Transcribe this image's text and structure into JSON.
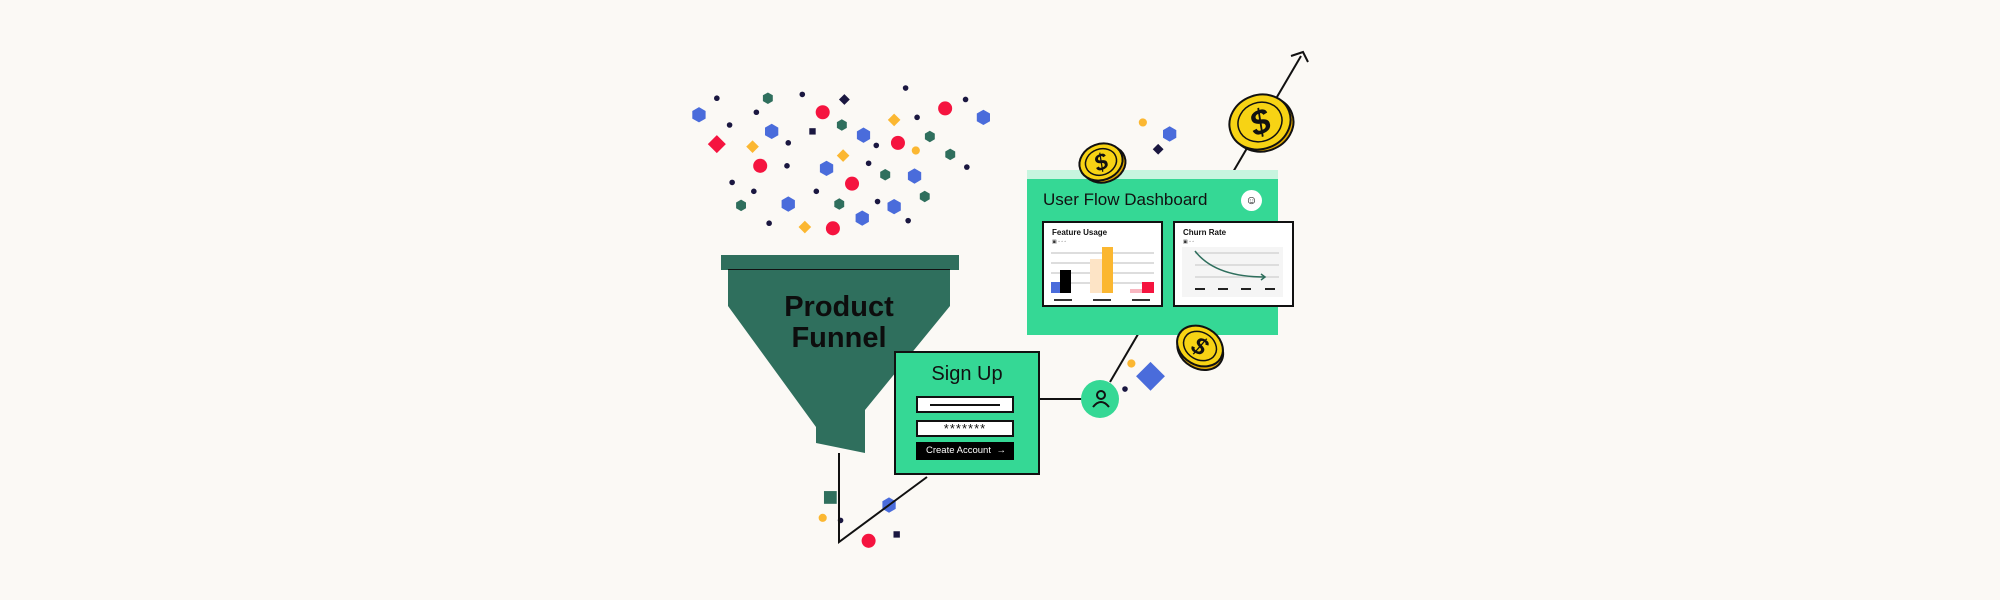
{
  "funnel": {
    "line1": "Product",
    "line2": "Funnel"
  },
  "signup": {
    "title": "Sign Up",
    "password_value": "*******",
    "create_button": "Create Account",
    "arrow": "→"
  },
  "dashboard": {
    "title": "User Flow Dashboard",
    "user_icon": "user-icon",
    "feature_card": {
      "title": "Feature Usage",
      "legend": "▣ ◦ ◦ ◦"
    },
    "churn_card": {
      "title": "Churn Rate",
      "legend": "▣ ◦ ◦"
    }
  },
  "coins": {
    "symbol": "$"
  },
  "colors": {
    "background": "#fbf9f5",
    "funnel": "#2f6f5d",
    "green": "#35d895",
    "light_green": "#c7f5df",
    "blue": "#4a6cdb",
    "red": "#f5143f",
    "yellow": "#fbb731",
    "navy": "#1a1740",
    "coin": "#f7d314"
  }
}
